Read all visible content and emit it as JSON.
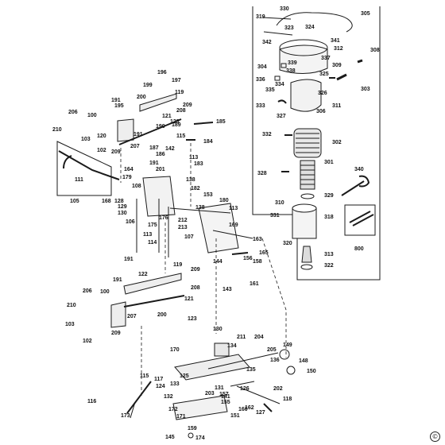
{
  "diagram": {
    "type": "exploded parts diagram",
    "colors": {
      "ink": "#1a1a1a",
      "background": "#ffffff"
    },
    "copyright_symbol": "©",
    "labels": [
      "330",
      "319",
      "305",
      "323",
      "324",
      "342",
      "312",
      "341",
      "308",
      "304",
      "339",
      "337",
      "309",
      "338",
      "325",
      "336",
      "335",
      "334",
      "303",
      "326",
      "333",
      "311",
      "327",
      "306",
      "332",
      "302",
      "340",
      "328",
      "301",
      "329",
      "310",
      "331",
      "318",
      "320",
      "313",
      "322",
      "800",
      "196",
      "197",
      "199",
      "200",
      "191",
      "195",
      "119",
      "209",
      "208",
      "206",
      "100",
      "121",
      "123",
      "210",
      "190",
      "189",
      "185",
      "120",
      "191",
      "115",
      "187",
      "142",
      "184",
      "207",
      "102",
      "186",
      "103",
      "209",
      "113",
      "183",
      "191",
      "164",
      "201",
      "179",
      "111",
      "108",
      "138",
      "128",
      "129",
      "130",
      "182",
      "153",
      "180",
      "105",
      "168",
      "106",
      "175",
      "176",
      "138",
      "212",
      "213",
      "113",
      "169",
      "114",
      "107",
      "113",
      "163",
      "165",
      "156",
      "158",
      "144",
      "143",
      "161",
      "191",
      "119",
      "191",
      "122",
      "209",
      "206",
      "100",
      "208",
      "121",
      "210",
      "200",
      "103",
      "207",
      "123",
      "209",
      "102",
      "130",
      "211",
      "204",
      "205",
      "134",
      "149",
      "170",
      "136",
      "148",
      "150",
      "135",
      "117",
      "124",
      "115",
      "125",
      "133",
      "203",
      "157",
      "131",
      "126",
      "141",
      "172",
      "155",
      "151",
      "160",
      "202",
      "118",
      "116",
      "173",
      "132",
      "171",
      "159",
      "162",
      "127",
      "145",
      "174"
    ]
  }
}
